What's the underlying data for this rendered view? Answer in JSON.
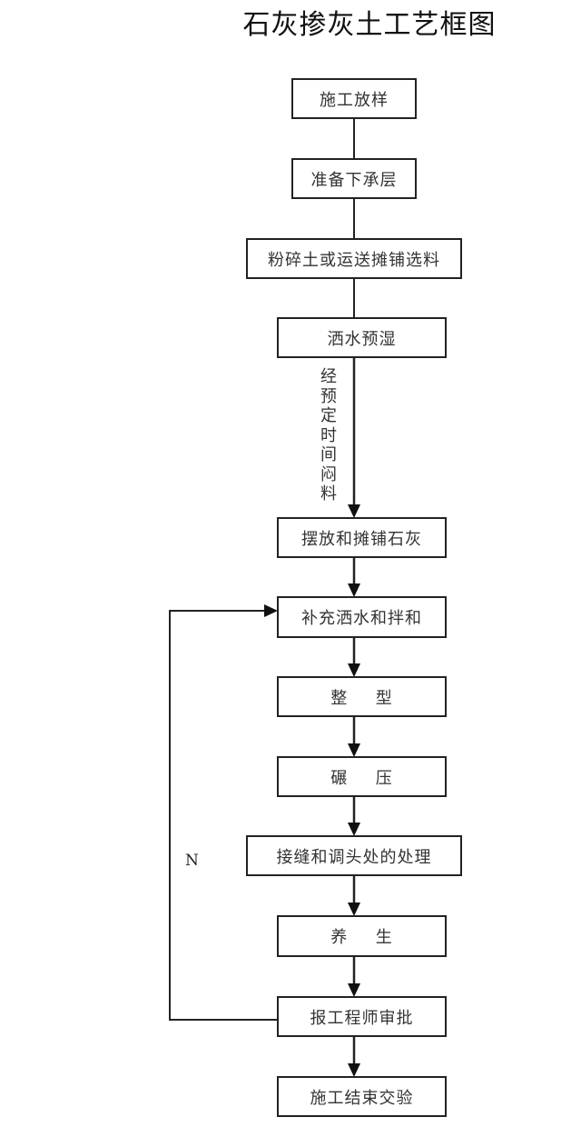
{
  "title": "石灰掺灰土工艺框图",
  "steps": [
    {
      "id": "s1",
      "label": "施工放样"
    },
    {
      "id": "s2",
      "label": "准备下承层"
    },
    {
      "id": "s3",
      "label": "粉碎土或运送摊铺选料"
    },
    {
      "id": "s4",
      "label": "洒水预湿"
    },
    {
      "id": "s5",
      "label": "摆放和摊铺石灰"
    },
    {
      "id": "s6",
      "label": "补充洒水和拌和"
    },
    {
      "id": "s7",
      "label": "整型",
      "chars": [
        "整",
        "型"
      ]
    },
    {
      "id": "s8",
      "label": "碾压",
      "chars": [
        "碾",
        "压"
      ]
    },
    {
      "id": "s9",
      "label": "接缝和调头处的处理"
    },
    {
      "id": "s10",
      "label": "养生",
      "chars": [
        "养",
        "生"
      ]
    },
    {
      "id": "s11",
      "label": "报工程师审批"
    },
    {
      "id": "s12",
      "label": "施工结束交验"
    }
  ],
  "edge_label_s4_s5": [
    "经",
    "预",
    "定",
    "时",
    "间",
    "闷",
    "料"
  ],
  "loop_label": "N",
  "colors": {
    "line": "#222222",
    "box_border": "#222222",
    "text": "#333333",
    "background": "#ffffff"
  }
}
